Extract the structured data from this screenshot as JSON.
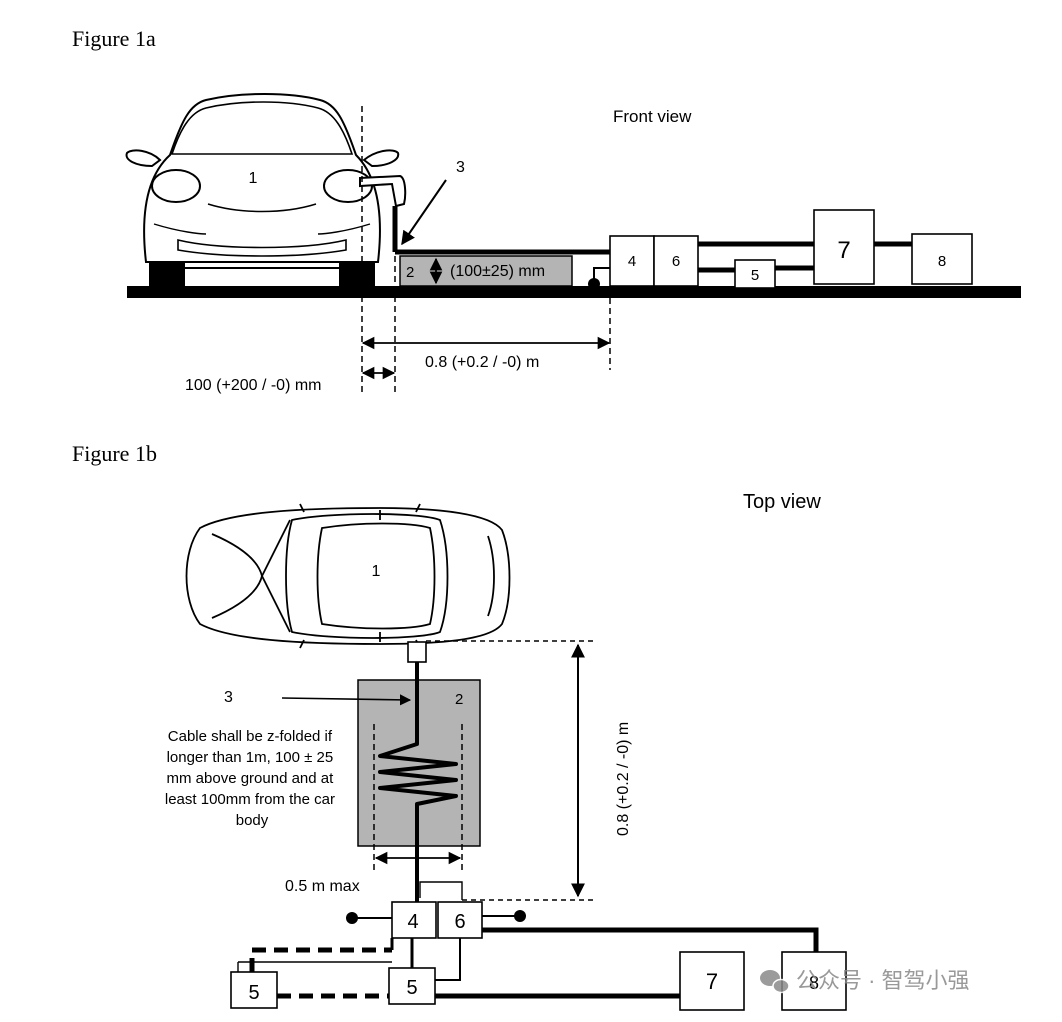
{
  "figure_1a": {
    "caption": "Figure 1a",
    "view_label": "Front view",
    "labels": {
      "vehicle": "1",
      "ground_plane": "2",
      "cable_callout": "3",
      "box_4": "4",
      "box_6": "6",
      "box_5": "5",
      "box_7": "7",
      "box_8": "8"
    },
    "height_dimension": "(100±25) mm",
    "distance_dimension": "0.8 (+0.2 / -0) m",
    "offset_dimension": "100 (+200 / -0) mm"
  },
  "figure_1b": {
    "caption": "Figure 1b",
    "view_label": "Top view",
    "labels": {
      "vehicle": "1",
      "ground_plane": "2",
      "cable_callout": "3",
      "box_4": "4",
      "box_6": "6",
      "box_5_left": "5",
      "box_5_center": "5",
      "box_7": "7",
      "box_8": "8"
    },
    "cable_note": [
      "Cable shall be z-folded if",
      "longer than 1m, 100 ± 25",
      "mm above ground and at",
      "least 100mm from the car",
      "body"
    ],
    "width_dimension": "0.5 m max",
    "length_dimension": "0.8 (+0.2 / -0) m"
  },
  "watermark": "公众号 · 智驾小强"
}
